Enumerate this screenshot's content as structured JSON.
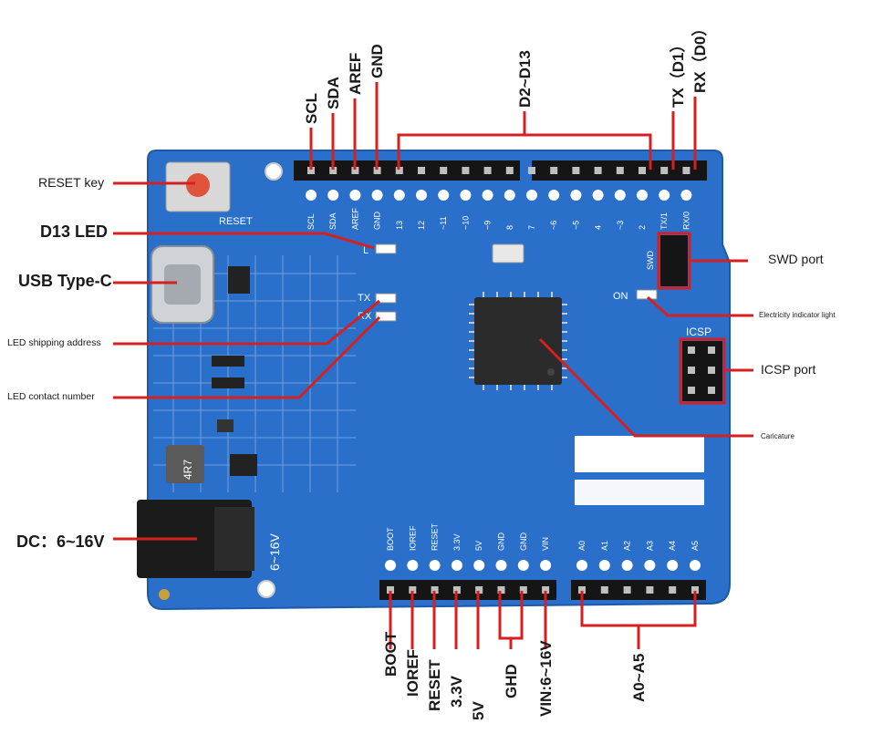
{
  "colors": {
    "board": "#2a6fc9",
    "board_edge": "#1e59a8",
    "callout": "#d42020",
    "silk": "#ffffff",
    "header": "#151515",
    "chip": "#2b2b2b"
  },
  "callouts_left": {
    "reset_key": "RESET key",
    "d13_led": "D13 LED",
    "usb_typec": "USB Type-C",
    "led_shipping": "LED shipping address",
    "led_contact": "LED contact number",
    "dc_input": "DC：6~16V"
  },
  "callouts_right": {
    "swd_port": "SWD port",
    "power_led": "Electricity indicator light",
    "icsp_port": "ICSP port",
    "mcu": "Caricature"
  },
  "top_pins": {
    "scl": "SCL",
    "sda": "SDA",
    "aref": "AREF",
    "gnd": "GND",
    "digital_range": "D2~D13",
    "tx": "TX（D1）",
    "rx": "RX（D0）"
  },
  "bottom_pins": {
    "boot": "BOOT",
    "ioref": "IOREF",
    "reset": "RESET",
    "v33": "3.3V",
    "v5": "5V",
    "gnd": "GHD",
    "vin": "VIN:6~16V",
    "analog_range": "A0~A5"
  },
  "silkscreen": {
    "reset": "RESET",
    "l": "L",
    "tx": "TX",
    "rx": "RX",
    "on": "ON",
    "icsp": "ICSP",
    "swd": "SWD",
    "dc_range": "6~16V",
    "inductor": "4R7",
    "top_pins": [
      "SCL",
      "SDA",
      "AREF",
      "GND",
      "13",
      "12",
      "~11",
      "~10",
      "~9",
      "8",
      "7",
      "~6",
      "~5",
      "4",
      "~3",
      "2",
      "TX/1",
      "RX/0"
    ],
    "power_pins": [
      "BOOT",
      "IOREF",
      "RESET",
      "3.3V",
      "5V",
      "GND",
      "GND",
      "VIN"
    ],
    "analog_pins": [
      "A0",
      "A1",
      "A2",
      "A3",
      "A4",
      "A5"
    ]
  }
}
